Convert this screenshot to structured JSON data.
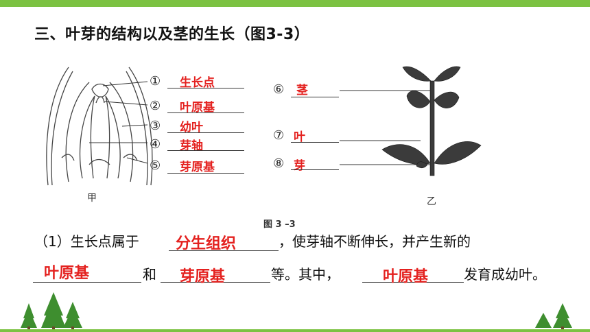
{
  "title": "三、叶芽的结构以及茎的生长（图3-3）",
  "figure": {
    "caption": "图 3 –3",
    "left_label": "甲",
    "right_label": "乙"
  },
  "left_labels": [
    {
      "num": "①",
      "answer": "生长点"
    },
    {
      "num": "②",
      "answer": "叶原基"
    },
    {
      "num": "③",
      "answer": "幼叶"
    },
    {
      "num": "④",
      "answer": "芽轴"
    },
    {
      "num": "⑤",
      "answer": "芽原基"
    }
  ],
  "right_labels": [
    {
      "num": "⑥",
      "answer": "茎"
    },
    {
      "num": "⑦",
      "answer": "叶"
    },
    {
      "num": "⑧",
      "answer": "芽"
    }
  ],
  "question": {
    "part1": "（1）生长点属于",
    "ans1": "分生组织",
    "part2": "，使芽轴不断伸长，并产生新的",
    "ans2": "叶原基",
    "part3": "和",
    "ans3": "芽原基",
    "part4": "等。其中，",
    "ans4": "叶原基",
    "part5": "发育成幼叶。"
  },
  "colors": {
    "accent": "#7cc242",
    "answer": "#e4211f",
    "tree": "#3e8e2f"
  }
}
